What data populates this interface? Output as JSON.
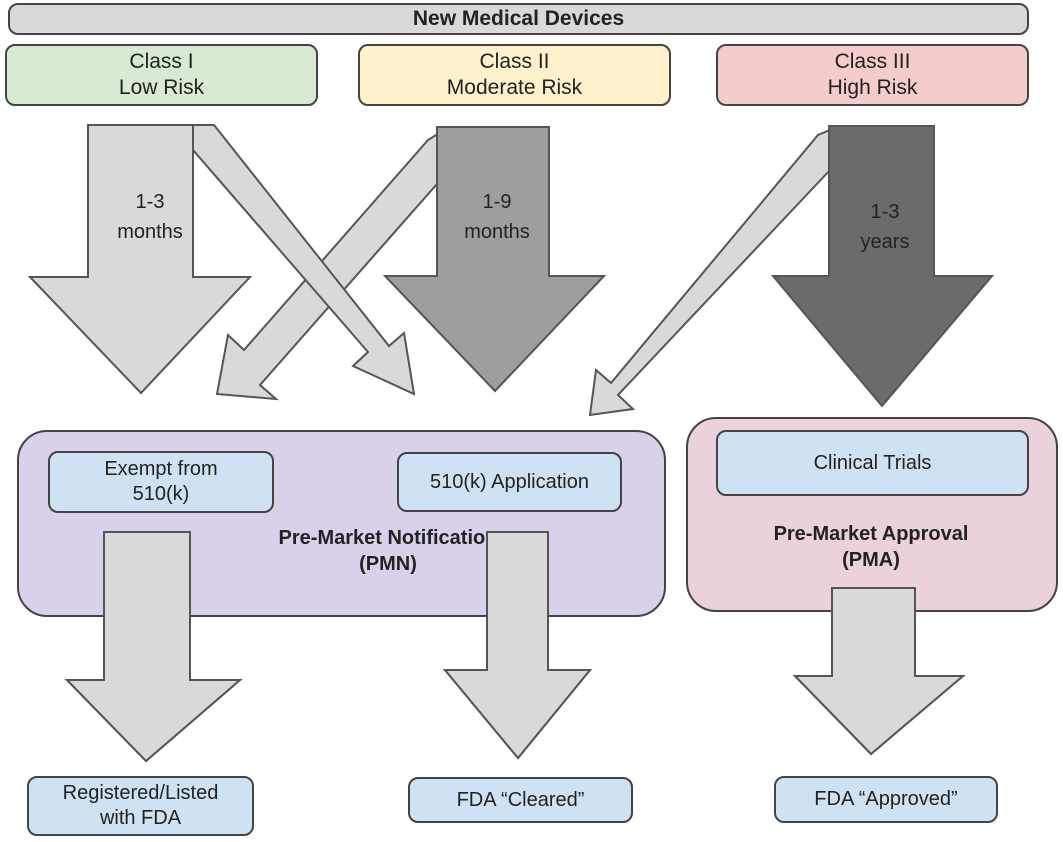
{
  "header": {
    "title": "New Medical Devices"
  },
  "classes": [
    {
      "name": "Class I",
      "risk": "Low Risk"
    },
    {
      "name": "Class II",
      "risk": "Moderate Risk"
    },
    {
      "name": "Class III",
      "risk": "High Risk"
    }
  ],
  "durations": {
    "class1": [
      "1-3",
      "months"
    ],
    "class2": [
      "1-9",
      "months"
    ],
    "class3": [
      "1-3",
      "years"
    ]
  },
  "pmn": {
    "exempt_line1": "Exempt from",
    "exempt_line2": "510(k)",
    "application": "510(k) Application",
    "label_line1": "Pre-Market Notification",
    "label_line2": "(PMN)"
  },
  "pma": {
    "clinical_trials": "Clinical Trials",
    "label_line1": "Pre-Market Approval",
    "label_line2": "(PMA)"
  },
  "outcomes": {
    "registered_line1": "Registered/Listed",
    "registered_line2": "with FDA",
    "cleared": "FDA “Cleared”",
    "approved": "FDA “Approved”"
  },
  "colors": {
    "class1": "#d8ead3",
    "class2": "#fff1cb",
    "class3": "#f3cccb",
    "pmn": "#d9d1e9",
    "pma": "#ead1dc",
    "inner_box": "#cfe2f3",
    "arrow_light": "#d9d9d9",
    "arrow_mid": "#9e9e9e",
    "arrow_dark": "#6b6b6b"
  }
}
